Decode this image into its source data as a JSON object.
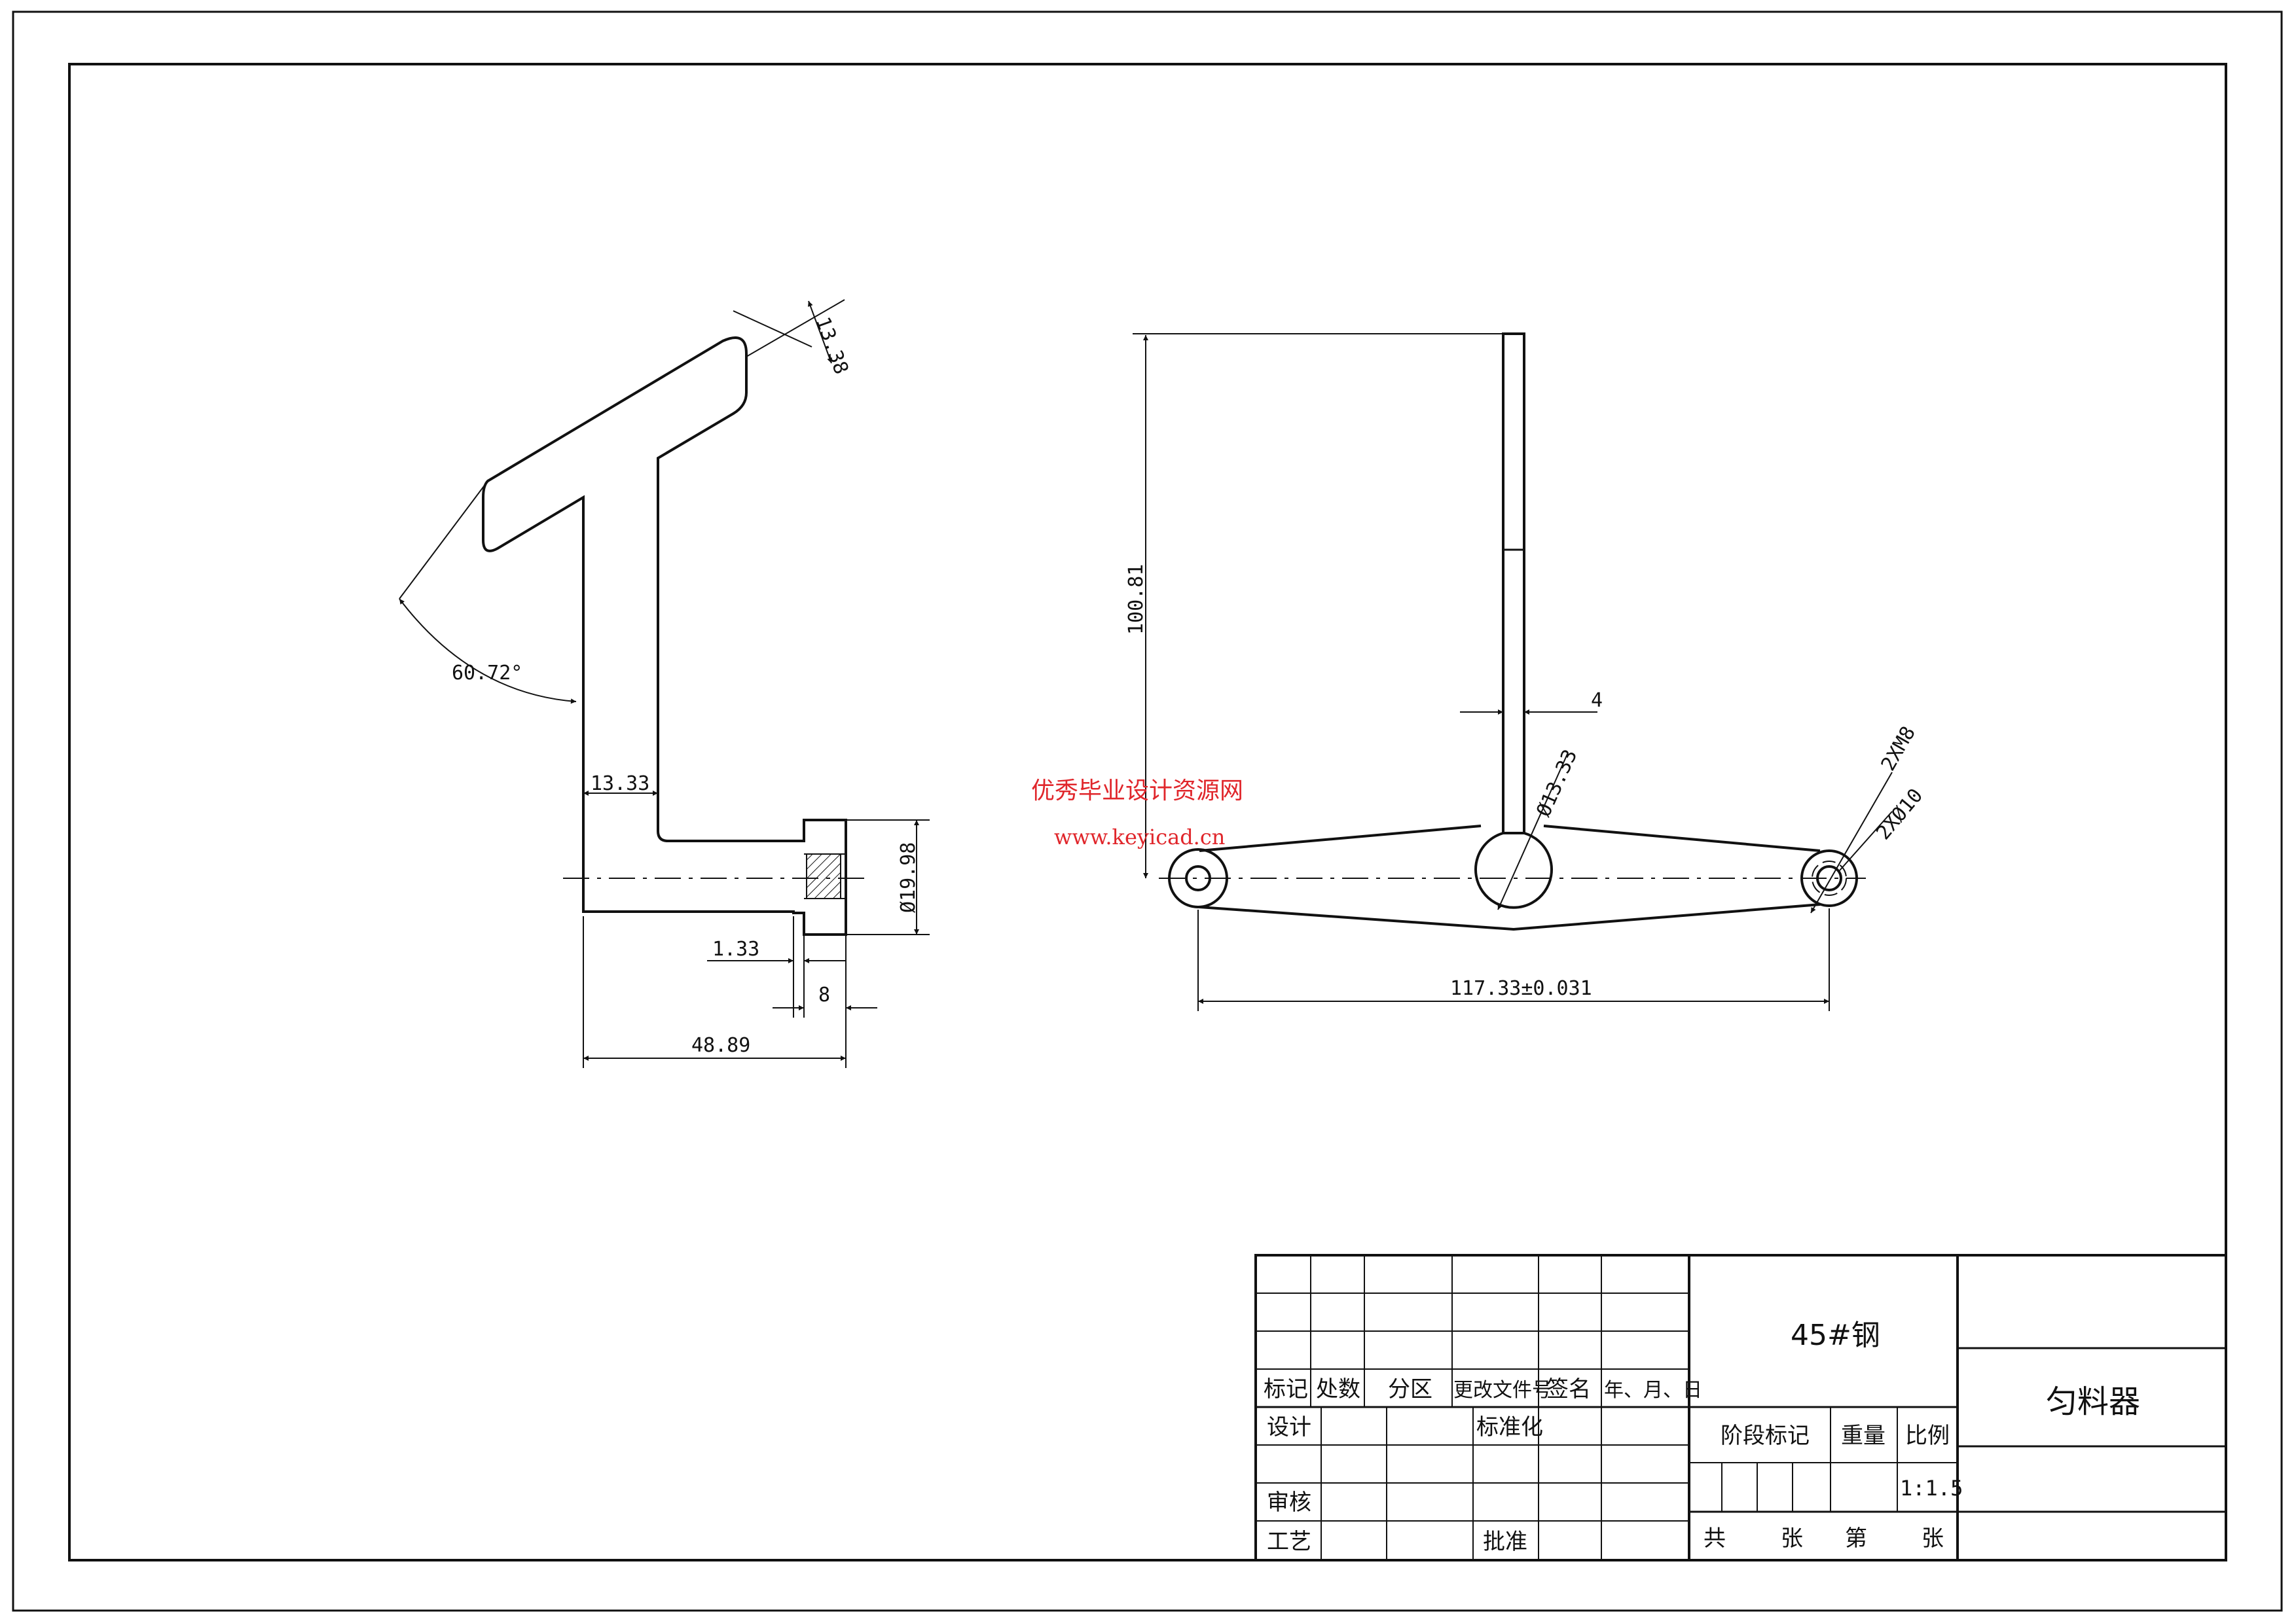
{
  "drawing": {
    "watermark": {
      "line1": "优秀毕业设计资源网",
      "line2": "www.keyicad.cn"
    },
    "side_view": {
      "dim_thickness_top": "13.38",
      "dim_angle": "60.72°",
      "dim_stem_width": "13.33",
      "dim_hub_dia": "Ø19.98",
      "dim_shoulder": "1.33",
      "dim_hub_len": "8",
      "dim_overall": "48.89"
    },
    "front_view": {
      "dim_height": "100.81",
      "dim_rod": "4",
      "dim_center_dia": "Ø13.33",
      "dim_thread": "2XM8",
      "dim_hole_dia": "2XØ10",
      "dim_span": "117.33±0.031"
    }
  },
  "title_block": {
    "material": "45#钢",
    "part_name": "匀料器",
    "scale": "1:1.5",
    "headers": {
      "mark": "标记",
      "count": "处数",
      "zone": "分区",
      "change_doc": "更改文件号",
      "signature": "签名",
      "date": "年、月、日"
    },
    "roles": {
      "design": "设计",
      "standardize": "标准化",
      "review": "审核",
      "process": "工艺",
      "approve": "批准"
    },
    "stage_mark": "阶段标记",
    "weight": "重量",
    "ratio": "比例",
    "sheets": {
      "total": "共",
      "zhang1": "张",
      "di": "第",
      "zhang2": "张"
    }
  }
}
